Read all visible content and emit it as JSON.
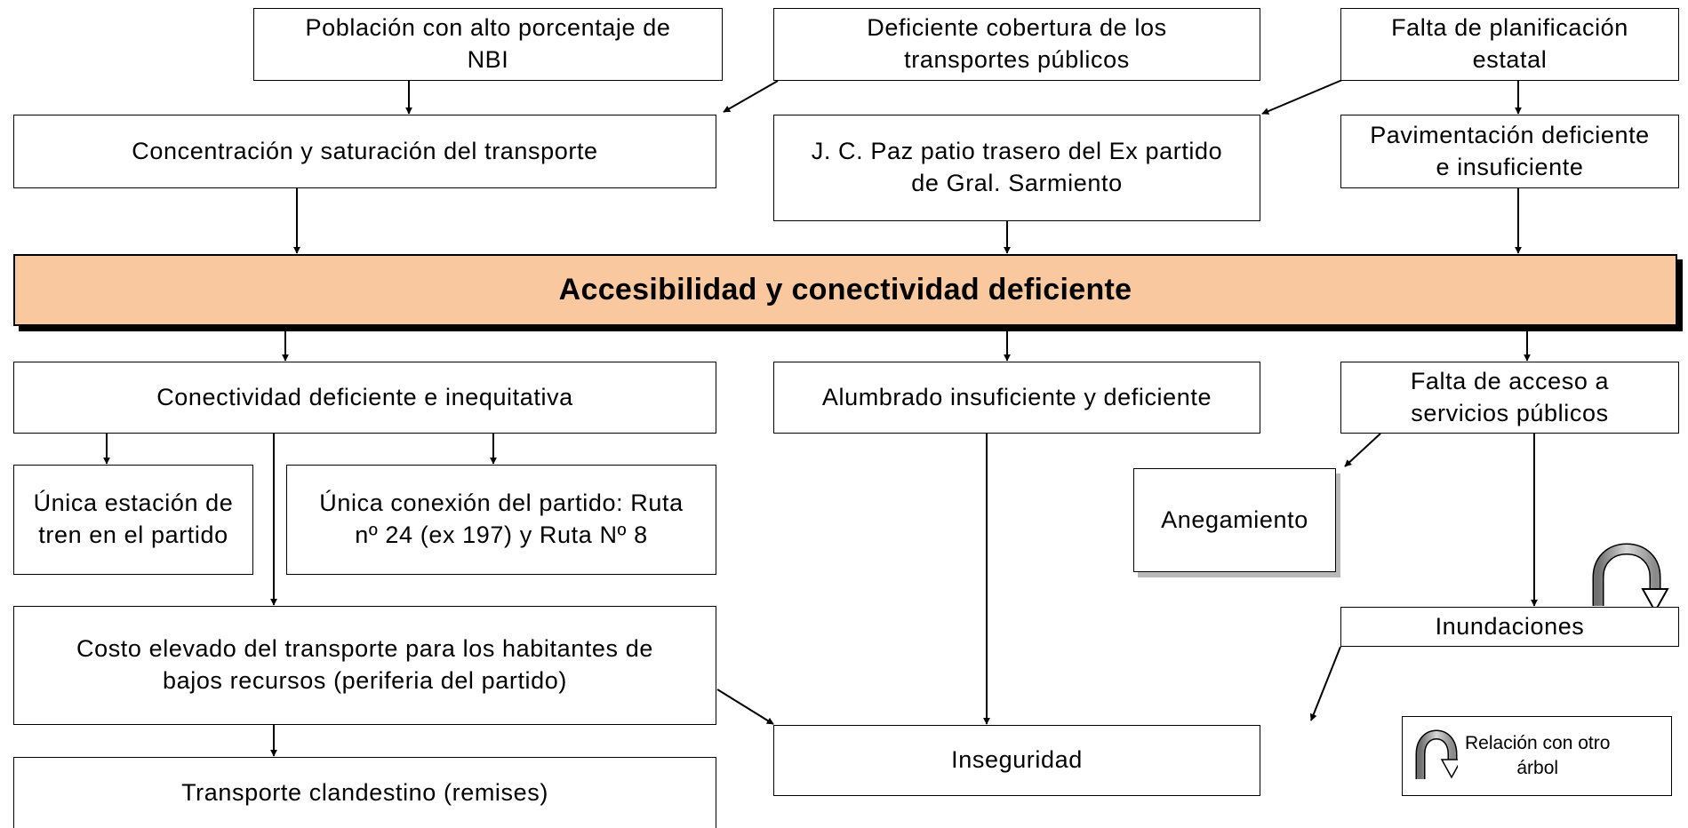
{
  "diagram": {
    "nodes": {
      "poblacion_nbi": [
        "Población con alto porcentaje de",
        "NBI"
      ],
      "deficiente_cobertura": [
        "Deficiente cobertura de los",
        "transportes públicos"
      ],
      "falta_planificacion": [
        "Falta de planificación",
        "estatal"
      ],
      "concentracion": [
        "Concentración y saturación del transporte"
      ],
      "jc_paz": [
        "J. C. Paz patio trasero del Ex partido",
        "de Gral. Sarmiento"
      ],
      "pavimentacion": [
        "Pavimentación deficiente",
        "e insuficiente"
      ],
      "core_problem": "Accesibilidad y conectividad deficiente",
      "conectividad": [
        "Conectividad deficiente e inequitativa"
      ],
      "alumbrado": [
        "Alumbrado insuficiente y deficiente"
      ],
      "falta_acceso": [
        "Falta de acceso a",
        "servicios públicos"
      ],
      "unica_estacion": [
        "Única estación de",
        "tren en el partido"
      ],
      "unica_conexion": [
        "Única conexión del partido: Ruta",
        "nº 24 (ex 197) y Ruta Nº 8"
      ],
      "anegamiento": [
        "Anegamiento"
      ],
      "inundaciones": [
        "Inundaciones"
      ],
      "costo_elevado": [
        "Costo elevado del transporte para los habitantes de",
        "bajos recursos (periferia del partido)"
      ],
      "inseguridad": [
        "Inseguridad"
      ],
      "transporte_clandestino": [
        "Transporte clandestino (remises)"
      ]
    },
    "legend": [
      "Relación con otro",
      "árbol"
    ],
    "colors": {
      "core_fill": "#f9c89e",
      "line": "#000000",
      "loop_icon": "#9a9a9a"
    }
  }
}
